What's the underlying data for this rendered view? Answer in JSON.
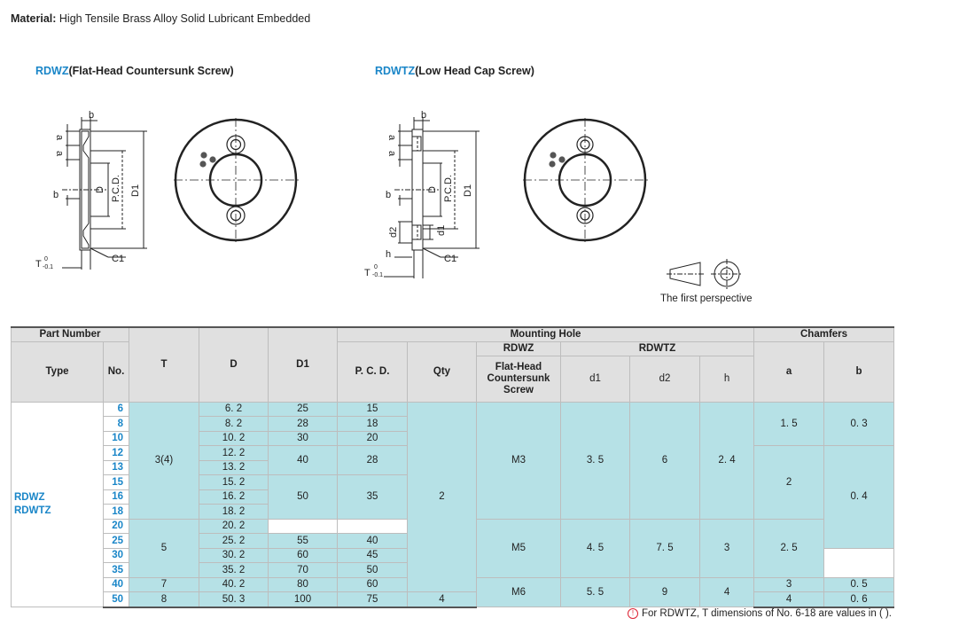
{
  "material": {
    "label": "Material",
    "sep": ":",
    "value": "High Tensile Brass Alloy Solid Lubricant Embedded"
  },
  "rdwz_title": {
    "code": "RDWZ",
    "desc": "(Flat-Head Countersunk Screw)"
  },
  "rdwtz_title": {
    "code": "RDWTZ",
    "desc": "(Low Head Cap Screw)"
  },
  "drawing_labels": {
    "a": "a",
    "b": "b",
    "d": "D",
    "pcd": "P.C.D.",
    "d1_outer": "D1",
    "c1": "C1",
    "t": "T",
    "tol_top": "0",
    "tol_bot": "-0.1",
    "d2": "d2",
    "d1": "d1",
    "h": "h"
  },
  "perspective_label": "The first perspective",
  "table": {
    "headers": {
      "part_number": "Part Number",
      "type": "Type",
      "no": "No.",
      "t": "T",
      "d": "D",
      "d1": "D1",
      "mounting_hole": "Mounting Hole",
      "chamfers": "Chamfers",
      "pcd": "P. C. D.",
      "qty": "Qty",
      "rdwz": "RDWZ",
      "rdwtz": "RDWTZ",
      "flat_head": "Flat-Head Countersunk Screw",
      "md1": "d1",
      "md2": "d2",
      "mh": "h",
      "ca": "a",
      "cb": "b"
    },
    "type1": "RDWZ",
    "type2": "RDWTZ",
    "nos": [
      "6",
      "8",
      "10",
      "12",
      "13",
      "15",
      "16",
      "18",
      "20",
      "25",
      "30",
      "35",
      "40",
      "50"
    ],
    "t_vals": [
      "3(4)",
      "5",
      "7",
      "8"
    ],
    "d_vals": [
      "6. 2",
      "8. 2",
      "10. 2",
      "12. 2",
      "13. 2",
      "15. 2",
      "16. 2",
      "18. 2",
      "20. 2",
      "25. 2",
      "30. 2",
      "35. 2",
      "40. 2",
      "50. 3"
    ],
    "d1_vals": [
      "25",
      "28",
      "30",
      "40",
      "50",
      "55",
      "60",
      "70",
      "80",
      "100"
    ],
    "pcd_vals": [
      "15",
      "18",
      "20",
      "28",
      "35",
      "40",
      "45",
      "50",
      "60",
      "75"
    ],
    "qty_vals": [
      "2",
      "4"
    ],
    "screw_vals": [
      "M3",
      "M5",
      "M6"
    ],
    "md1_vals": [
      "3. 5",
      "4. 5",
      "5. 5"
    ],
    "md2_vals": [
      "6",
      "7. 5",
      "9"
    ],
    "mh_vals": [
      "2. 4",
      "3",
      "4"
    ],
    "a_vals": [
      "1. 5",
      "2",
      "2. 5",
      "3",
      "4"
    ],
    "b_vals": [
      "0. 3",
      "0. 4",
      "0. 5",
      "0. 6"
    ]
  },
  "footnote": {
    "icon": "!",
    "text": "For RDWTZ, T dimensions of No. 6-18 are values in ( )."
  }
}
